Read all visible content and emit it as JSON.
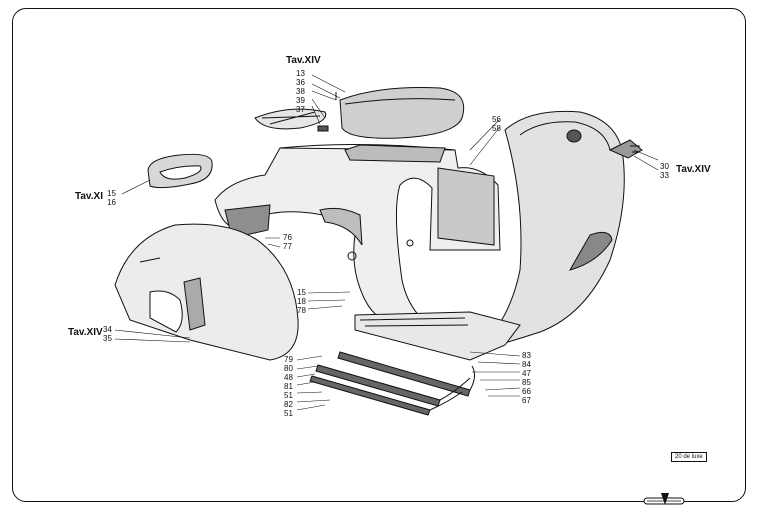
{
  "references": {
    "top": "Tav.XIV",
    "left_mid": "Tav.XI",
    "left_low": "Tav.XIV",
    "right": "Tav.XIV"
  },
  "callouts": {
    "seat_group": [
      "13",
      "36",
      "38",
      "39",
      "37"
    ],
    "pillion_group": [
      "15",
      "16"
    ],
    "tank_group": [
      "56",
      "58"
    ],
    "frame_mid": [
      "76",
      "77"
    ],
    "floor_group": [
      "15",
      "18",
      "78"
    ],
    "side_panel": [
      "34",
      "35"
    ],
    "right_group": [
      "30",
      "33"
    ],
    "runner_left": [
      "79",
      "80",
      "48",
      "81",
      "51",
      "82",
      "51"
    ],
    "runner_right": [
      "83",
      "84",
      "47",
      "85",
      "66",
      "67"
    ]
  },
  "model_tag": "20 de luxe",
  "colors": {
    "line": "#111111",
    "paper": "#ffffff",
    "shade": "#9a9a9a"
  }
}
